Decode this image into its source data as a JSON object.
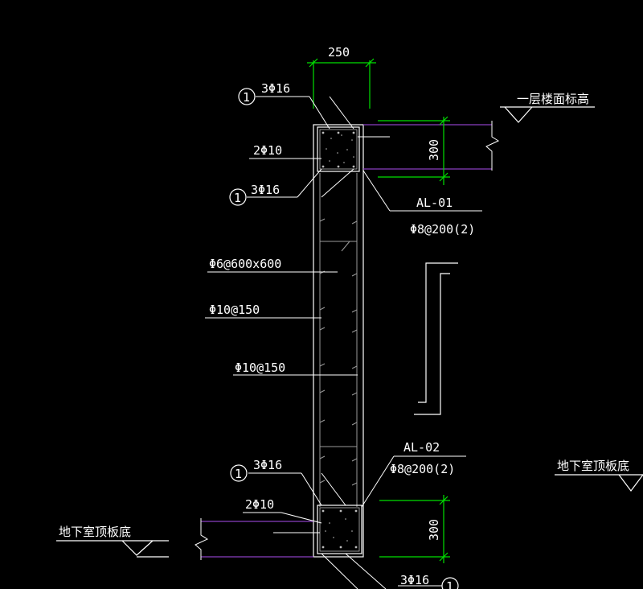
{
  "drawing": {
    "dimensions": {
      "wall_width": "250",
      "beam_height_top": "300",
      "beam_height_bottom": "300"
    },
    "elevations": {
      "first_floor": "一层楼面标高",
      "basement_roof_left": "地下室顶板底",
      "basement_roof_right": "地下室顶板底"
    },
    "labels": {
      "top_longitudinal": "3Φ16",
      "top_waist": "2Φ10",
      "top_bottom_bars": "3Φ16",
      "beam1_name": "AL-01",
      "beam1_stirrup": "Φ8@200(2)",
      "tie_bars": "Φ6@600x600",
      "wall_horiz_bars": "Φ10@150",
      "wall_vert_bars": "Φ10@150",
      "beam2_name": "AL-02",
      "beam2_stirrup": "Φ8@200(2)",
      "bottom_top_bars": "3Φ16",
      "bottom_waist": "2Φ10",
      "bottom_bottom_bars": "3Φ16"
    },
    "callout_marker": "1",
    "colors": {
      "background": "#000000",
      "outline": "#ffffff",
      "rebar": "#c0c0c0",
      "dimension": "#00ff00",
      "slab": "#8a3fbf"
    }
  }
}
